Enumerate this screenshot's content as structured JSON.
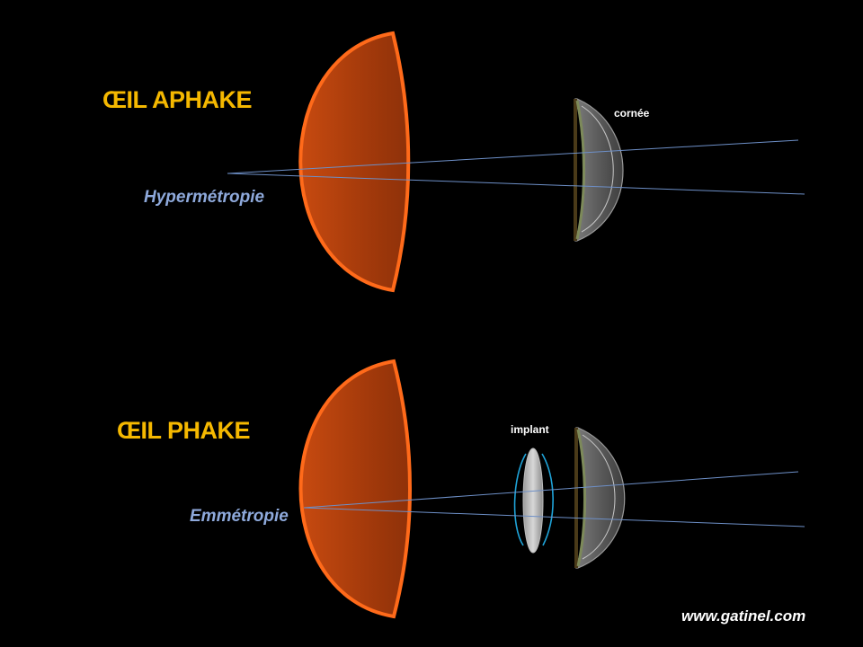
{
  "top": {
    "title": "ŒIL APHAKE",
    "condition": "Hypermétropie",
    "cornea_label": "cornée"
  },
  "bottom": {
    "title": "ŒIL PHAKE",
    "condition": "Emmétropie",
    "implant_label": "implant"
  },
  "footer": {
    "website": "www.gatinel.com"
  },
  "colors": {
    "retina_fill": "#a43a0b",
    "retina_edge": "#ff6a1a",
    "ray": "#6d8fc7",
    "title": "#f5b800",
    "condition": "#8ea9db",
    "cornea": "#5b5b5b",
    "implant_loop": "#1fa3d8"
  }
}
